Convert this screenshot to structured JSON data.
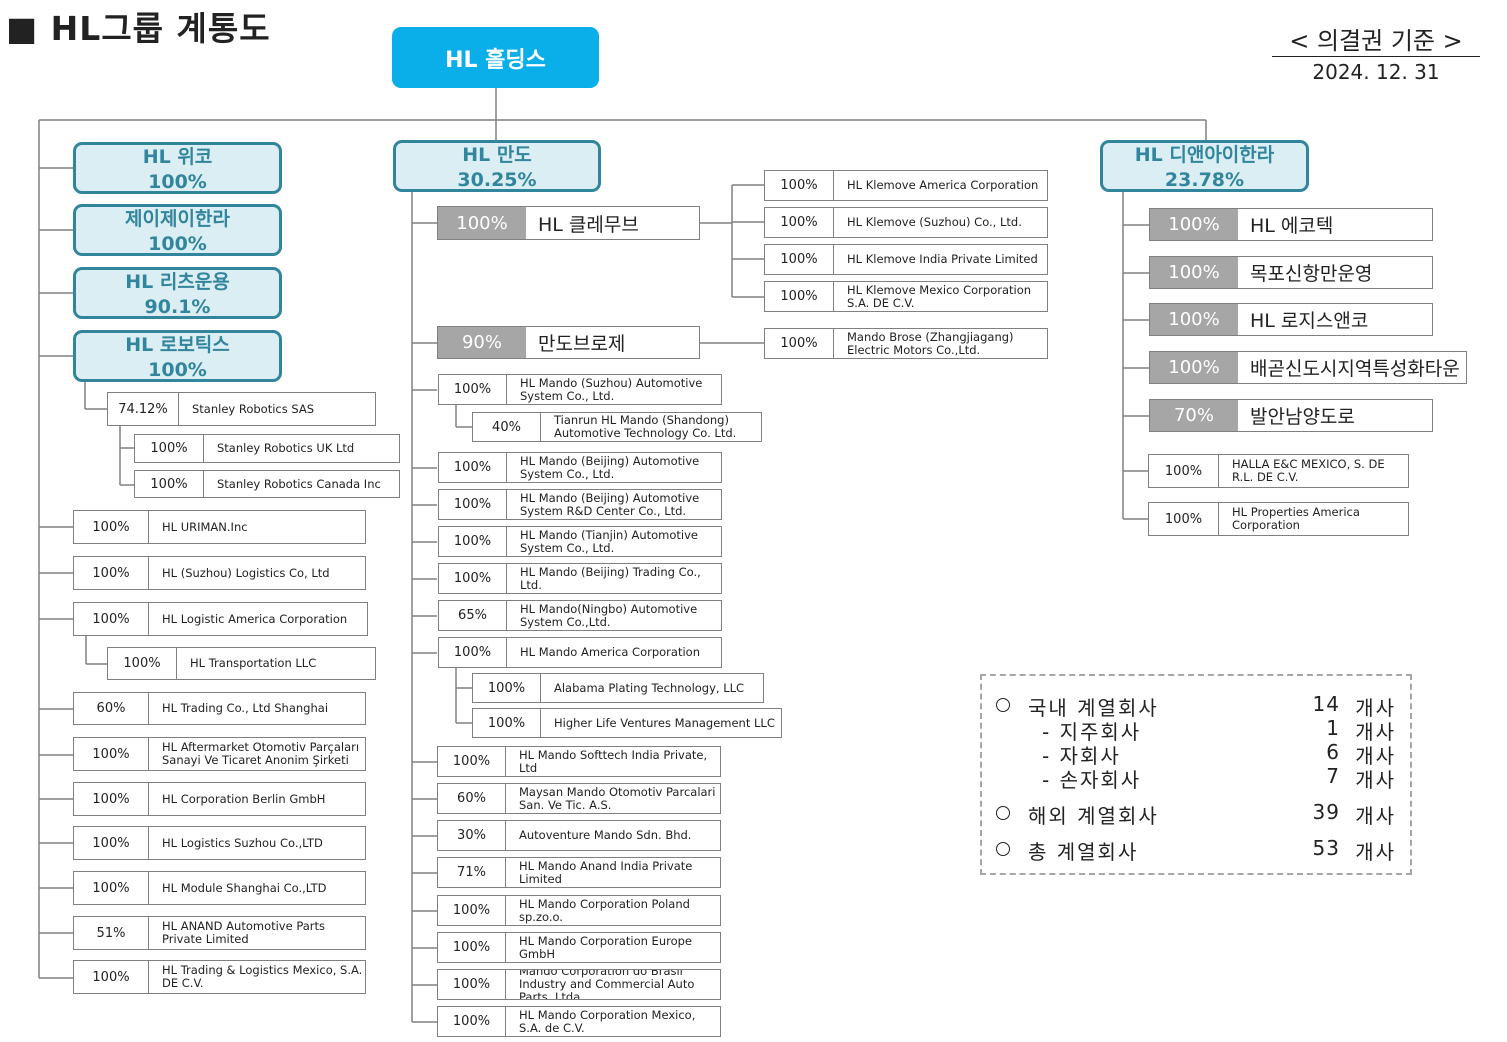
{
  "title": "■ HL그룹 계통도",
  "basis": "< 의결권 기준 >",
  "date": "2024. 12. 31",
  "top": "HL 홀딩스",
  "level1": [
    {
      "id": "wico",
      "name": "HL 위코",
      "pct": "100%"
    },
    {
      "id": "jj",
      "name": "제이제이한라",
      "pct": "100%"
    },
    {
      "id": "rich",
      "name": "HL 리츠운용",
      "pct": "90.1%"
    },
    {
      "id": "robo",
      "name": "HL 로보틱스",
      "pct": "100%"
    },
    {
      "id": "mando",
      "name": "HL 만도",
      "pct": "30.25%"
    },
    {
      "id": "dnc",
      "name": "HL 디앤아이한라",
      "pct": "23.78%"
    }
  ],
  "left": [
    {
      "pct": "74.12%",
      "name": "Stanley Robotics SAS"
    },
    {
      "pct": "100%",
      "name": "Stanley Robotics UK Ltd"
    },
    {
      "pct": "100%",
      "name": "Stanley Robotics Canada Inc"
    },
    {
      "pct": "100%",
      "name": "HL URIMAN.Inc"
    },
    {
      "pct": "100%",
      "name": "HL (Suzhou) Logistics Co, Ltd"
    },
    {
      "pct": "100%",
      "name": "HL Logistic America Corporation"
    },
    {
      "pct": "100%",
      "name": "HL Transportation LLC"
    },
    {
      "pct": "60%",
      "name": "HL Trading Co., Ltd Shanghai"
    },
    {
      "pct": "100%",
      "name": "HL Aftermarket Otomotiv Parçaları Sanayi Ve Ticaret Anonim Şirketi"
    },
    {
      "pct": "100%",
      "name": "HL Corporation Berlin GmbH"
    },
    {
      "pct": "100%",
      "name": "HL Logistics Suzhou Co.,LTD"
    },
    {
      "pct": "100%",
      "name": "HL Module Shanghai Co.,LTD"
    },
    {
      "pct": "51%",
      "name": "HL ANAND Automotive Parts Private Limited"
    },
    {
      "pct": "100%",
      "name": "HL Trading & Logistics Mexico, S.A. DE C.V."
    }
  ],
  "mando_big": [
    {
      "pct": "100%",
      "name": "HL 클레무브"
    },
    {
      "pct": "90%",
      "name": "만도브로제"
    }
  ],
  "mando_sub": [
    {
      "pct": "100%",
      "name": "HL Klemove America Corporation"
    },
    {
      "pct": "100%",
      "name": "HL Klemove (Suzhou) Co., Ltd."
    },
    {
      "pct": "100%",
      "name": "HL Klemove India Private Limited"
    },
    {
      "pct": "100%",
      "name": "HL Klemove Mexico Corporation S.A. DE C.V."
    },
    {
      "pct": "100%",
      "name": "Mando Brose (Zhangjiagang) Electric Motors Co.,Ltd."
    }
  ],
  "mando": [
    {
      "pct": "100%",
      "name": "HL Mando (Suzhou) Automotive System Co., Ltd."
    },
    {
      "pct": "40%",
      "name": "Tianrun HL Mando (Shandong) Automotive Technology Co. Ltd."
    },
    {
      "pct": "100%",
      "name": "HL Mando (Beijing) Automotive System Co., Ltd."
    },
    {
      "pct": "100%",
      "name": "HL Mando (Beijing) Automotive System R&D Center Co., Ltd."
    },
    {
      "pct": "100%",
      "name": "HL Mando (Tianjin) Automotive System Co., Ltd."
    },
    {
      "pct": "100%",
      "name": "HL Mando (Beijing) Trading Co., Ltd."
    },
    {
      "pct": "65%",
      "name": "HL Mando(Ningbo) Automotive System Co.,Ltd."
    },
    {
      "pct": "100%",
      "name": "HL Mando America Corporation"
    },
    {
      "pct": "100%",
      "name": "Alabama Plating Technology, LLC"
    },
    {
      "pct": "100%",
      "name": "Higher Life Ventures Management LLC"
    },
    {
      "pct": "100%",
      "name": "HL Mando Softtech India Private, Ltd"
    },
    {
      "pct": "60%",
      "name": "Maysan Mando Otomotiv Parcalari San. Ve Tic. A.S."
    },
    {
      "pct": "30%",
      "name": "Autoventure Mando Sdn. Bhd."
    },
    {
      "pct": "71%",
      "name": "HL Mando Anand India Private Limited"
    },
    {
      "pct": "100%",
      "name": "HL Mando Corporation Poland sp.zo.o."
    },
    {
      "pct": "100%",
      "name": "HL Mando Corporation Europe GmbH"
    },
    {
      "pct": "100%",
      "name": "Mando Corporation do Brasil Industry and Commercial Auto Parts. Ltda"
    },
    {
      "pct": "100%",
      "name": "HL Mando Corporation Mexico, S.A. de C.V."
    }
  ],
  "dnc_big": [
    {
      "pct": "100%",
      "name": "HL 에코텍"
    },
    {
      "pct": "100%",
      "name": "목포신항만운영"
    },
    {
      "pct": "100%",
      "name": "HL 로지스앤코"
    },
    {
      "pct": "100%",
      "name": "배곧신도시지역특성화타운"
    },
    {
      "pct": "70%",
      "name": "발안남양도로"
    }
  ],
  "dnc": [
    {
      "pct": "100%",
      "name": "HALLA E&C MEXICO, S. DE R.L. DE C.V."
    },
    {
      "pct": "100%",
      "name": "HL Properties America Corporation"
    }
  ],
  "stats": [
    {
      "label": "국내 계열회사",
      "num": "14",
      "unit": "개사"
    },
    {
      "label": "- 지주회사",
      "num": "1",
      "unit": "개사"
    },
    {
      "label": "- 자회사",
      "num": "6",
      "unit": "개사"
    },
    {
      "label": "- 손자회사",
      "num": "7",
      "unit": "개사"
    },
    {
      "label": "해외 계열회사",
      "num": "39",
      "unit": "개사"
    },
    {
      "label": "총 계열회사",
      "num": "53",
      "unit": "개사"
    }
  ]
}
